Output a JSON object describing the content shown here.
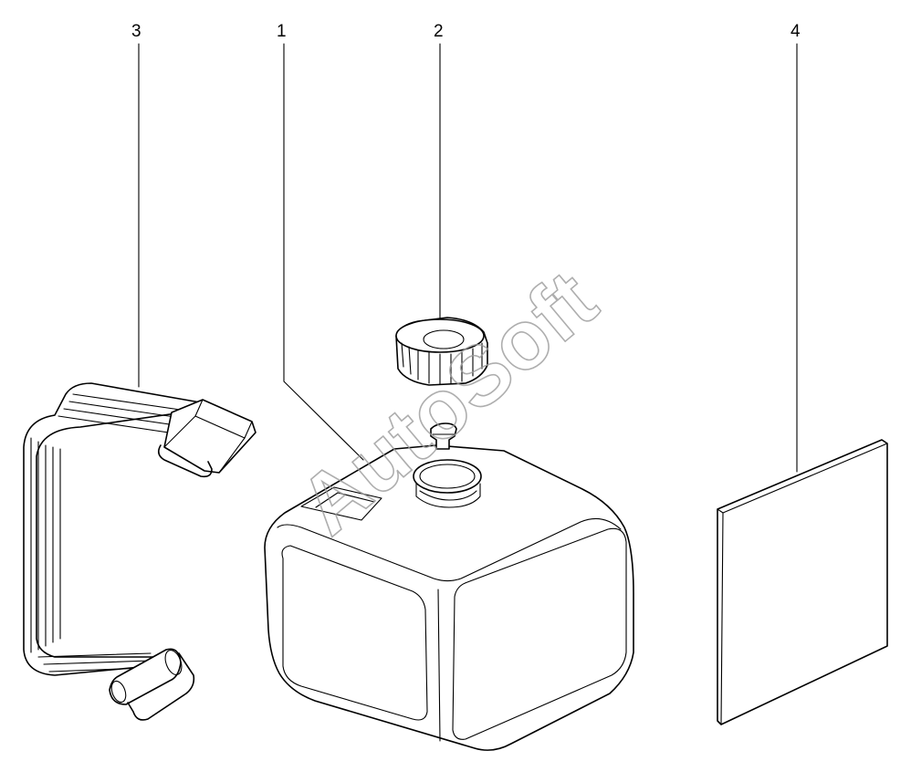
{
  "callouts": {
    "part1": "1",
    "part2": "2",
    "part3": "3",
    "part4": "4"
  },
  "watermark": "AutoSoft"
}
